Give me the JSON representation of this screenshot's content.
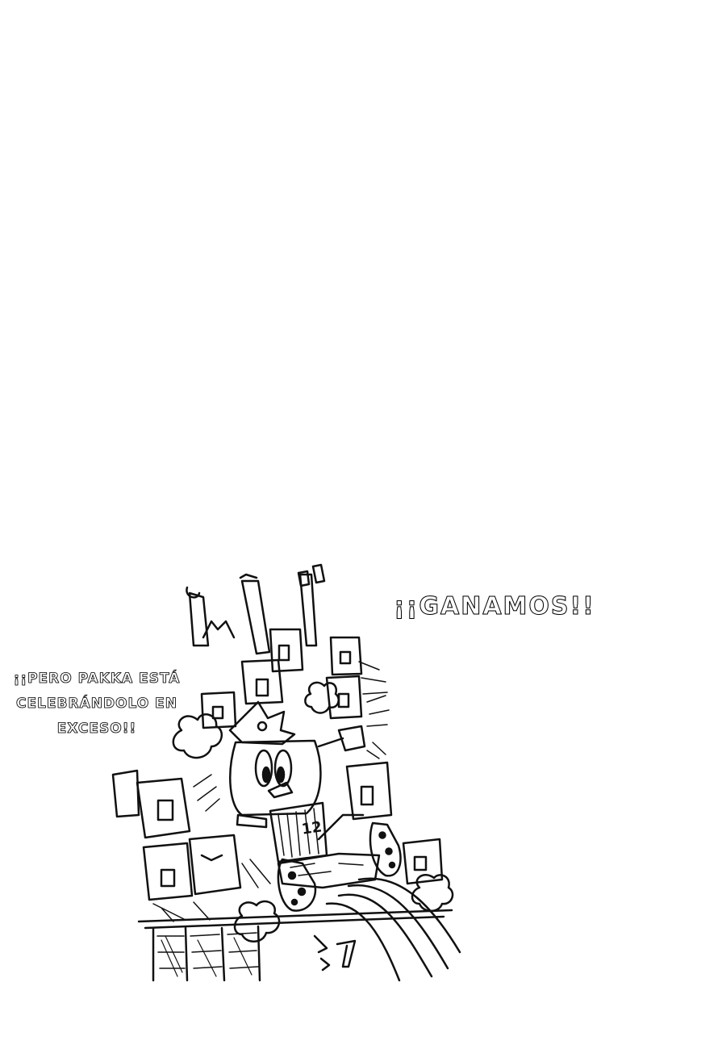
{
  "panel": {
    "shout_text": "¡¡GANAMOS!!",
    "caption_lines": [
      "¡¡PERO PAKKA ESTÁ",
      "CELEBRÁNDOLO EN",
      "EXCESO!!"
    ],
    "player_number": "12"
  },
  "colors": {
    "ink": "#111111",
    "paper": "#ffffff"
  }
}
